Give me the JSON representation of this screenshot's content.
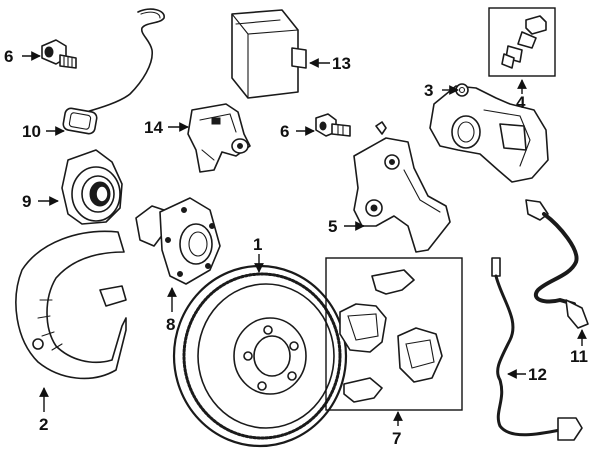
{
  "diagram": {
    "callouts": [
      {
        "id": "1",
        "label": "1",
        "part": "brake-rotor"
      },
      {
        "id": "2",
        "label": "2",
        "part": "splash-shield"
      },
      {
        "id": "3",
        "label": "3",
        "part": "caliper"
      },
      {
        "id": "4",
        "label": "4",
        "part": "caliper-hardware-kit"
      },
      {
        "id": "5",
        "label": "5",
        "part": "caliper-support"
      },
      {
        "id": "6a",
        "label": "6",
        "part": "bolt-top-left"
      },
      {
        "id": "6b",
        "label": "6",
        "part": "bolt-center"
      },
      {
        "id": "7",
        "label": "7",
        "part": "brake-pads"
      },
      {
        "id": "8",
        "label": "8",
        "part": "wheel-hub"
      },
      {
        "id": "9",
        "label": "9",
        "part": "wheel-bearing"
      },
      {
        "id": "10",
        "label": "10",
        "part": "wear-sensor"
      },
      {
        "id": "11",
        "label": "11",
        "part": "brake-hose"
      },
      {
        "id": "12",
        "label": "12",
        "part": "abs-sensor"
      },
      {
        "id": "13",
        "label": "13",
        "part": "control-module"
      },
      {
        "id": "14",
        "label": "14",
        "part": "parking-brake-actuator"
      }
    ]
  }
}
